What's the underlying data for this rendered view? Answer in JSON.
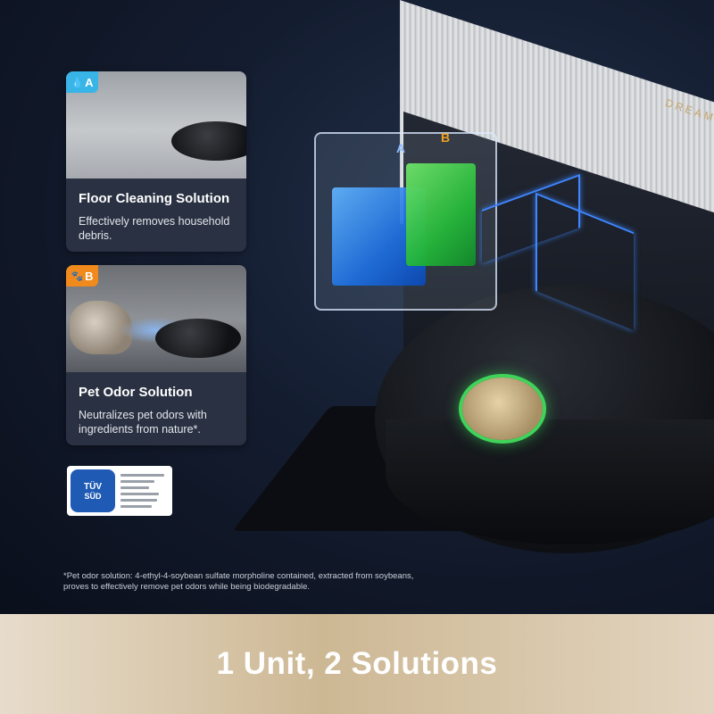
{
  "brand": {
    "name": "DREAME"
  },
  "cards": [
    {
      "tag_letter": "A",
      "tag_icon": "water-drop-icon",
      "title": "Floor Cleaning Solution",
      "description": "Effectively removes household debris."
    },
    {
      "tag_letter": "B",
      "tag_icon": "paw-icon",
      "title": "Pet Odor Solution",
      "description": "Neutralizes pet odors with ingredients from nature*."
    }
  ],
  "tank": {
    "label_a": "A",
    "label_b": "B"
  },
  "badge": {
    "seal_text": "TÜV",
    "seal_sub": "SÜD"
  },
  "footnote": "*Pet odor solution: 4-ethyl-4-soybean sulfate morpholine contained, extracted from soybeans, proves to effectively remove pet odors while being biodegradable.",
  "banner": {
    "title": "1 Unit, 2 Solutions"
  },
  "colors": {
    "tag_a": "#39b4e6",
    "tag_b": "#f08a1c",
    "tank_blue": "#1d6fe0",
    "tank_green": "#25b83a",
    "indicator_green": "#3fd35a",
    "brand_gold": "#c6a56a"
  }
}
